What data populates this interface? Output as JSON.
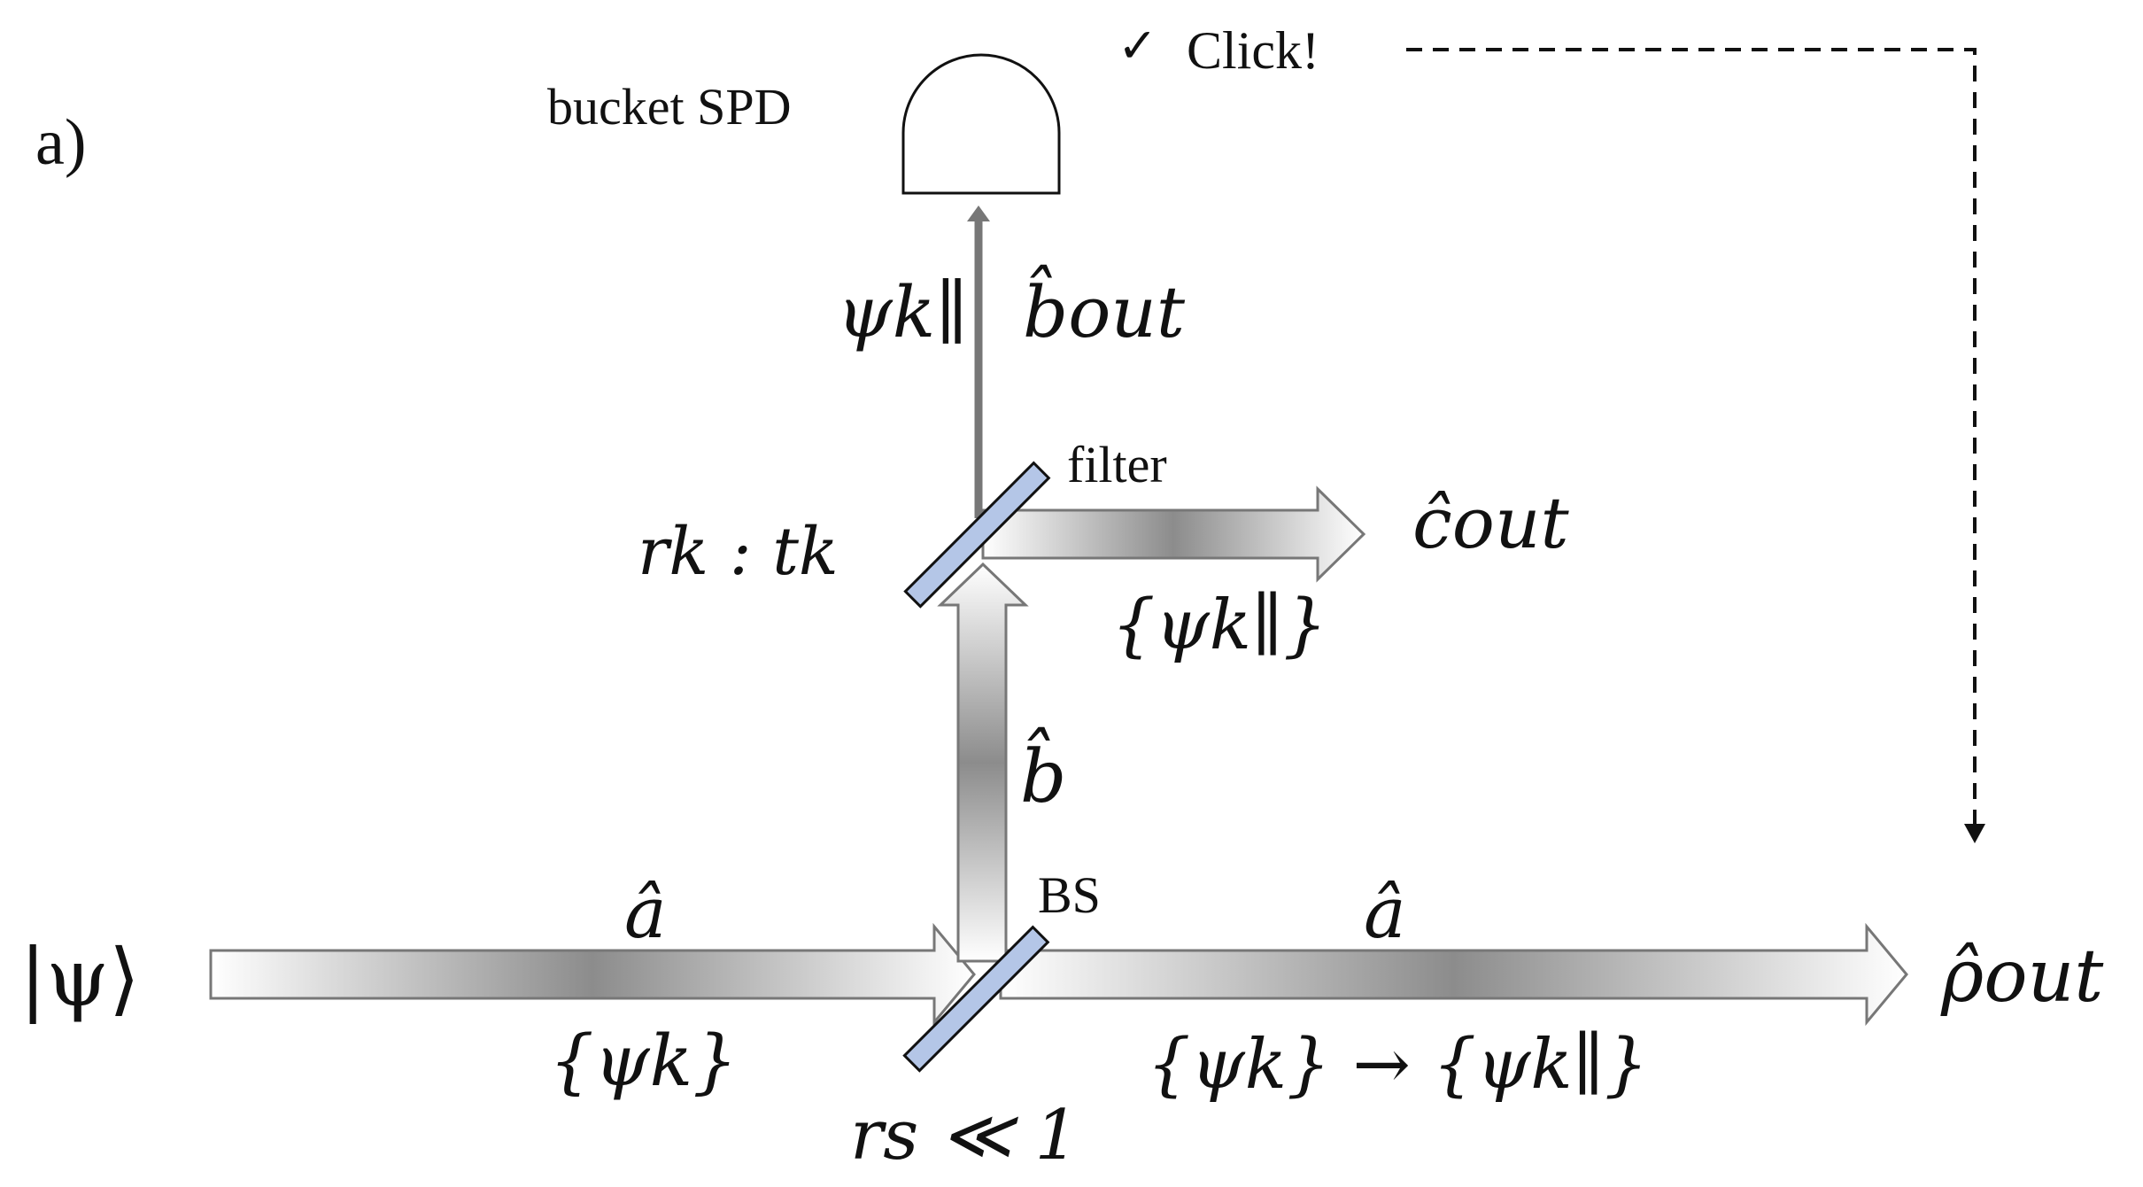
{
  "panel_label": "a)",
  "detector": {
    "label": "bucket SPD",
    "click_text": "Click!",
    "click_mark": "✓"
  },
  "modes": {
    "input_state": "|ψ⟩",
    "a_hat_in": "â",
    "psi_k_in": "{ψk}",
    "b_hat": "b̂",
    "b_out": "b̂out",
    "psi_k_par_up": "ψk∥",
    "c_out": "ĉout",
    "psi_k_par_filter": "{ψk∥}",
    "a_hat_out": "â",
    "psi_transform": "{ψk} → {ψk∥}",
    "rho_out": "ρ̂out"
  },
  "components": {
    "filter_label": "filter",
    "filter_ratio": "rk : tk",
    "bs_label": "BS",
    "bs_reflectivity": "rs ≪ 1"
  },
  "colors": {
    "mirror_fill": "#b4c6e7",
    "beam_dark": "#8c8c8c",
    "beam_light": "#ffffff",
    "line": "#111111"
  }
}
